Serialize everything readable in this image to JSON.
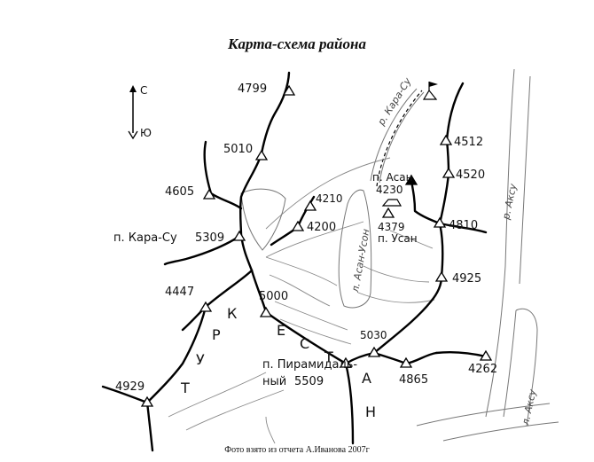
{
  "title": "Карта-схема района",
  "caption": "Фото взято из отчета А.Иванова 2007г",
  "compass": {
    "north": "С",
    "south": "Ю"
  },
  "range_name": [
    "Т",
    "У",
    "Р",
    "К",
    "Е",
    "С",
    "Т",
    "А",
    "Н"
  ],
  "rivers": {
    "kara_su": "р. Кара-Су",
    "aksu_upper": "р. Аксу",
    "aksu_lower": "л. Аксу",
    "asan_usan": "л. Асан-Усон"
  },
  "peaks": {
    "p4799": "4799",
    "p5010": "5010",
    "p4605": "4605",
    "p4210": "4210",
    "p4200": "4200",
    "kara_su_name": "п. Кара-Су",
    "kara_su_height": "5309",
    "asan_name": "п. Асан",
    "asan_height": "4230",
    "p4379": "4379",
    "usan_name": "п. Усан",
    "p4512": "4512",
    "p4520": "4520",
    "p4810": "4810",
    "p4925": "4925",
    "p4447": "4447",
    "p5000": "5000",
    "p5030": "5030",
    "piramidal_name_1": "п. Пирамидаль-",
    "piramidal_name_2": "ный",
    "piramidal_height": "5509",
    "p4865": "4865",
    "p4262": "4262",
    "p4929": "4929"
  }
}
